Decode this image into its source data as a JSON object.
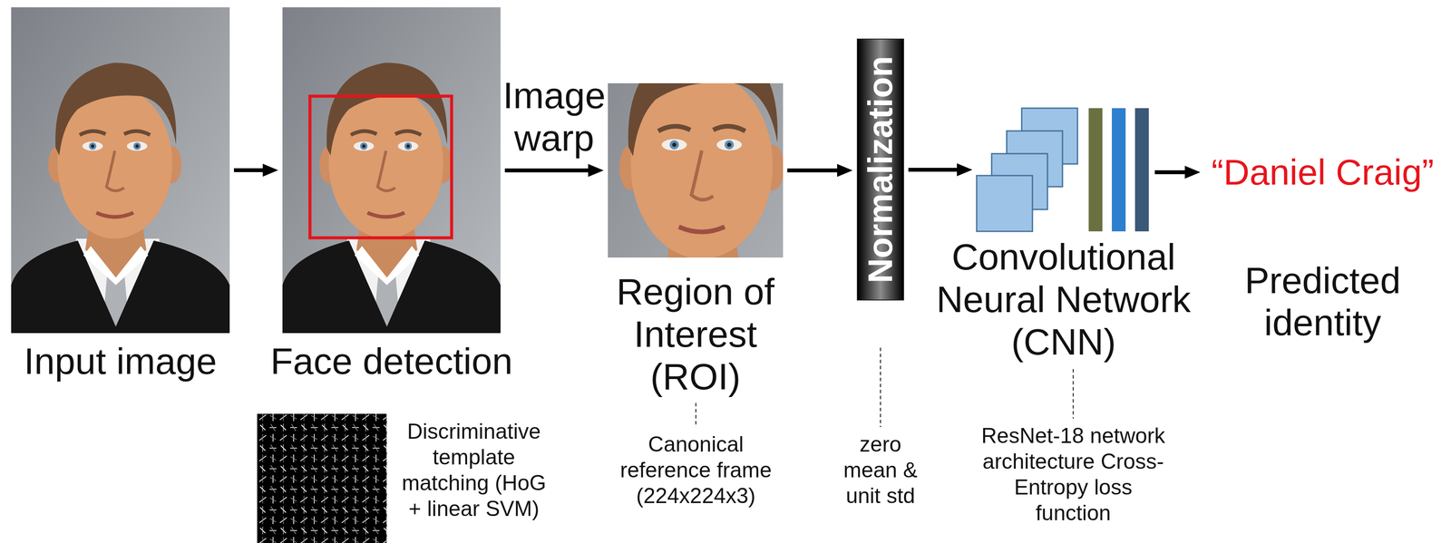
{
  "diagram": {
    "nodes": [
      {
        "text": [
          "Input image"
        ]
      },
      {
        "text": [
          "Face detection"
        ]
      },
      {
        "text": [
          "Region of Interest (ROI)"
        ]
      },
      {
        "text": [
          "Normalization"
        ]
      },
      {
        "text": [
          "Convolutional Neural Network (CNN)"
        ]
      },
      {
        "text": [
          "“Daniel Craig”",
          "Predicted identity"
        ]
      }
    ],
    "edges": [
      {
        "from": 0,
        "to": 1,
        "arrow": "to"
      },
      {
        "from": 1,
        "to": 2,
        "arrow": "to",
        "label": "Image warp"
      },
      {
        "from": 2,
        "to": 3,
        "arrow": "to"
      },
      {
        "from": 3,
        "to": 4,
        "arrow": "to"
      },
      {
        "from": 4,
        "to": 5,
        "arrow": "to"
      }
    ],
    "labels": [
      "Discriminative template matching (HoG + linear SVM)",
      "Canonical reference frame (224x224x3)",
      "zero mean & unit std",
      "ResNet-18 network architecture Cross-Entropy loss function"
    ]
  }
}
